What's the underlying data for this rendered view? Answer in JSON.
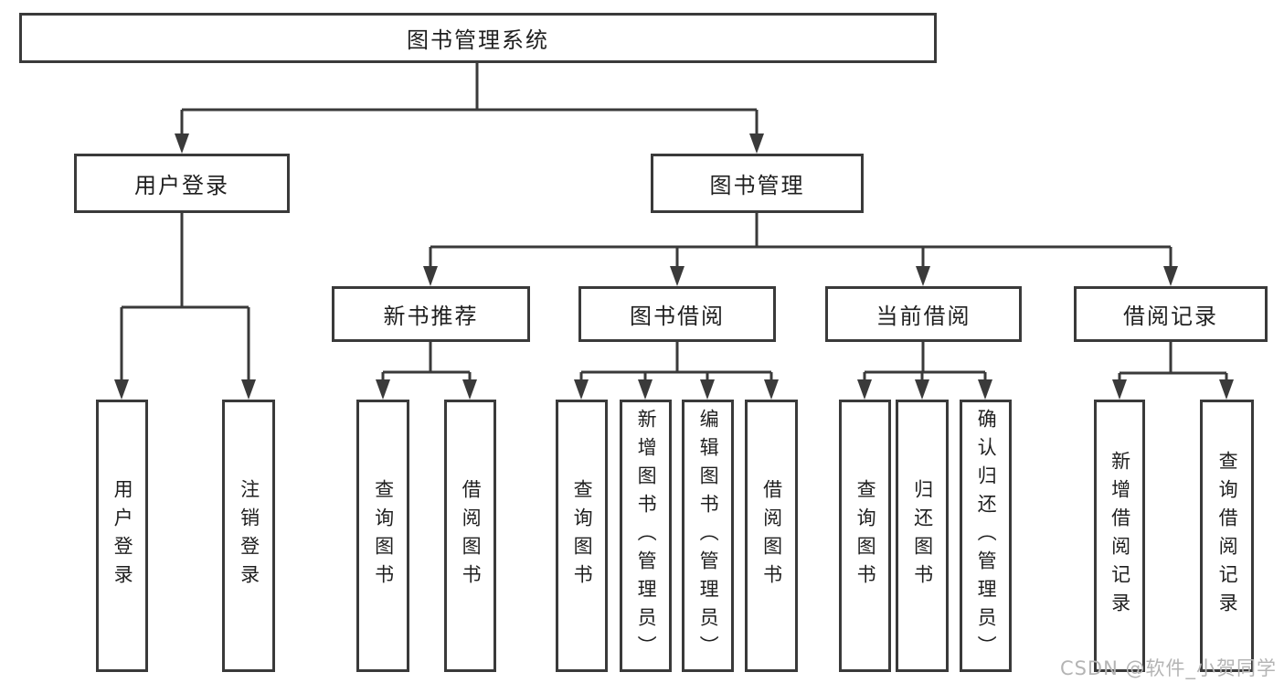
{
  "colors": {
    "line": "#3a3a3a",
    "ink": "#1f1f1f",
    "background": "#ffffff",
    "watermark": "#b4b4b4"
  },
  "watermark": "CSDN @软件_小贺同学",
  "tree": {
    "label": "图书管理系统",
    "children": [
      {
        "label": "用户登录",
        "children": [
          {
            "label": "用户登录"
          },
          {
            "label": "注销登录"
          }
        ]
      },
      {
        "label": "图书管理",
        "children": [
          {
            "label": "新书推荐",
            "children": [
              {
                "label": "查询图书"
              },
              {
                "label": "借阅图书"
              }
            ]
          },
          {
            "label": "图书借阅",
            "children": [
              {
                "label": "查询图书"
              },
              {
                "label": "新增图书（管理员）"
              },
              {
                "label": "编辑图书（管理员）"
              },
              {
                "label": "借阅图书"
              }
            ]
          },
          {
            "label": "当前借阅",
            "children": [
              {
                "label": "查询图书"
              },
              {
                "label": "归还图书"
              },
              {
                "label": "确认归还（管理员）"
              }
            ]
          },
          {
            "label": "借阅记录",
            "children": [
              {
                "label": "新增借阅记录"
              },
              {
                "label": "查询借阅记录"
              }
            ]
          }
        ]
      }
    ]
  }
}
